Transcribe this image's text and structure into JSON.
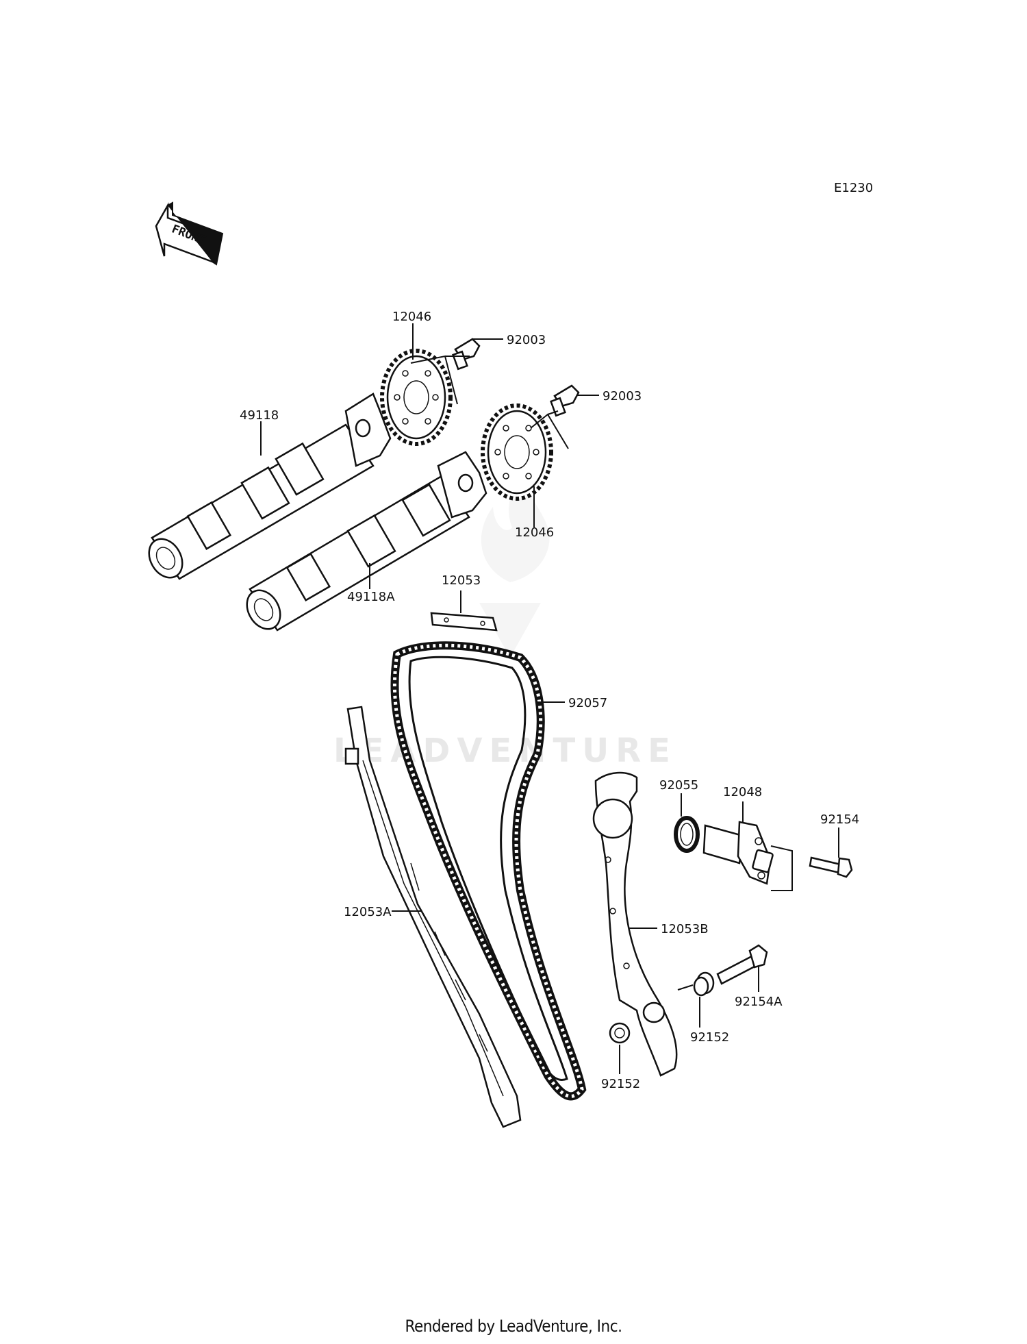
{
  "diagram_code": "E1230",
  "front_arrow_label": "FRONT",
  "watermark_text": "LEADVENTURE",
  "footer_text": "Rendered by LeadVenture, Inc.",
  "labels": {
    "p12046_top": "12046",
    "p92003_top": "92003",
    "p92003_right": "92003",
    "p49118": "49118",
    "p12046_bottom": "12046",
    "p49118A": "49118A",
    "p12053": "12053",
    "p92057": "92057",
    "p92055": "92055",
    "p12048": "12048",
    "p92154": "92154",
    "p12053A": "12053A",
    "p12053B": "12053B",
    "p92154A": "92154A",
    "p92152_right": "92152",
    "p92152_bottom": "92152"
  },
  "colors": {
    "line": "#111111",
    "background": "#ffffff",
    "watermark": "#e8e8e8"
  }
}
